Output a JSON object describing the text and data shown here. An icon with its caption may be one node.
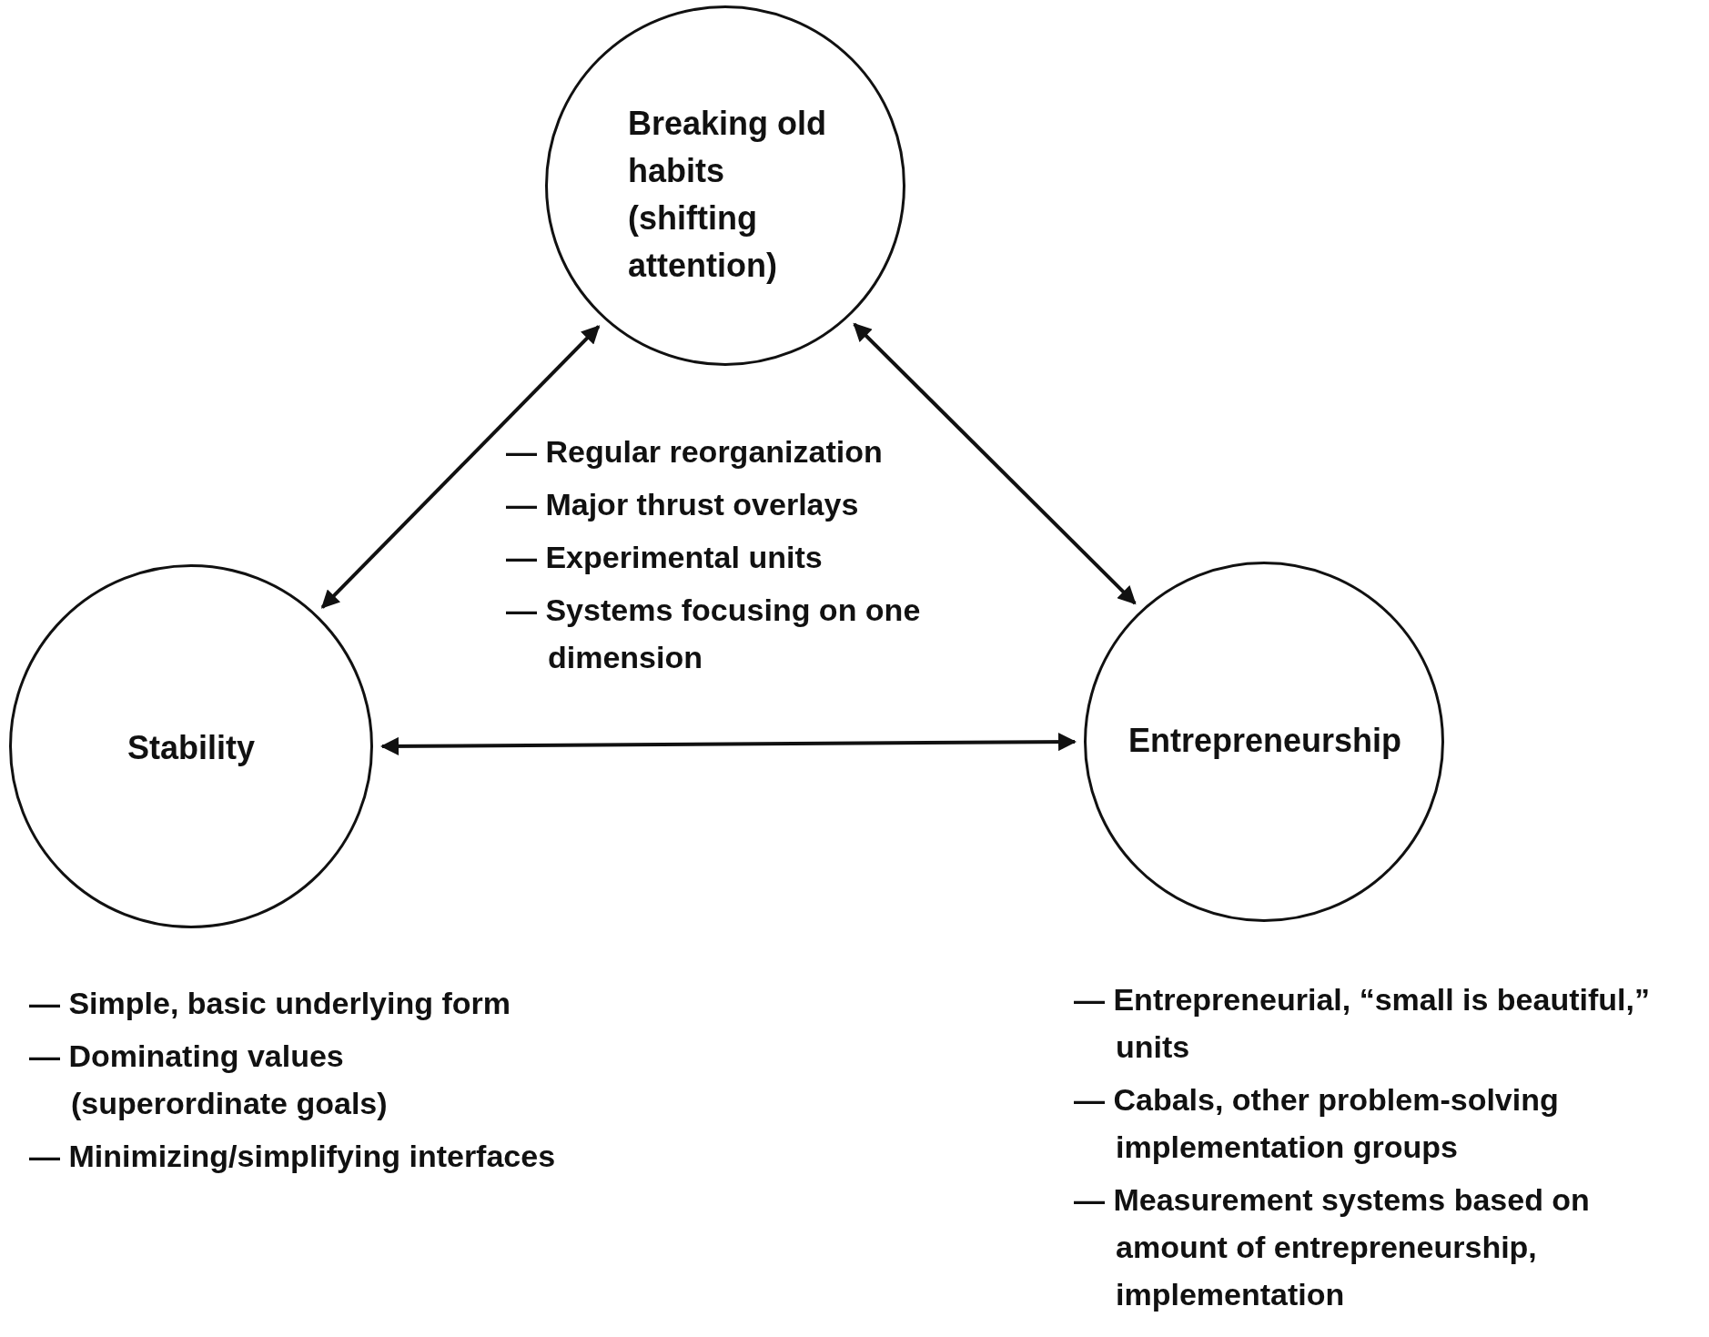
{
  "diagram": {
    "nodes": [
      {
        "text": [
          "Breaking old habits (shifting attention)"
        ]
      },
      {
        "text": [
          "Stability"
        ]
      },
      {
        "text": [
          "Entrepreneurship"
        ]
      }
    ],
    "edges": [
      {
        "from": 0,
        "to": 1,
        "arrow": "both"
      },
      {
        "from": 0,
        "to": 2,
        "arrow": "both"
      },
      {
        "from": 1,
        "to": 2,
        "arrow": "both"
      }
    ],
    "labels": [
      "— Regular reorganization",
      "— Major thrust overlays",
      "— Experimental units",
      "— Systems focusing on one dimension",
      "— Simple, basic underlying form",
      "— Dominating values (superordinate goals)",
      "— Minimizing/simplifying interfaces",
      "— Entrepreneurial, “small is beautiful,” units",
      "— Cabals, other problem-solving implementation groups",
      "— Measurement systems based on amount of entrepreneurship, implementation"
    ]
  }
}
